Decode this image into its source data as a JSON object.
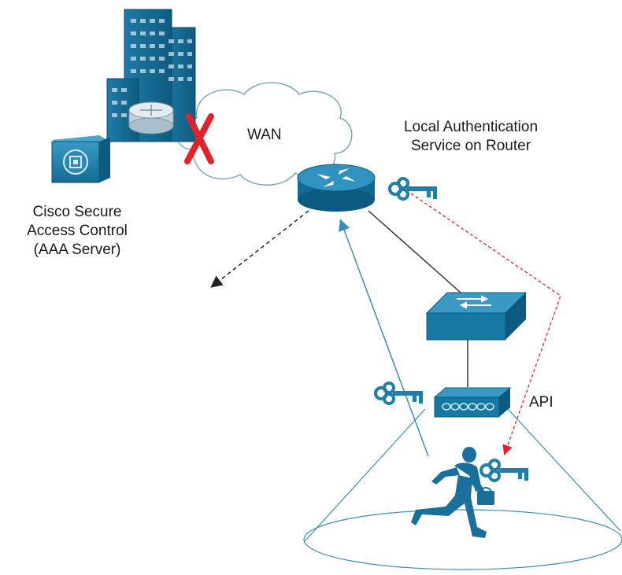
{
  "labels": {
    "wan": "WAN",
    "local_auth_line1": "Local Authentication",
    "local_auth_line2": "Service on Router",
    "acs_line1": "Cisco Secure",
    "acs_line2": "Access Control",
    "acs_line3": "(AAA Server)",
    "api": "API"
  },
  "colors": {
    "device_blue": "#1f7fa8",
    "device_dark": "#0d5a80",
    "wan_fail_x": "#e0222a",
    "auth_flow_arrow": "#e0222a",
    "association_arrow": "#3a8fb8",
    "cloud_outline": "#7aa8c4"
  },
  "icons": [
    "building-icon",
    "router-icon",
    "aaa-server-icon",
    "cloud-icon",
    "fail-x-icon",
    "switch-icon",
    "access-point-icon",
    "key-icon",
    "user-running-icon"
  ]
}
